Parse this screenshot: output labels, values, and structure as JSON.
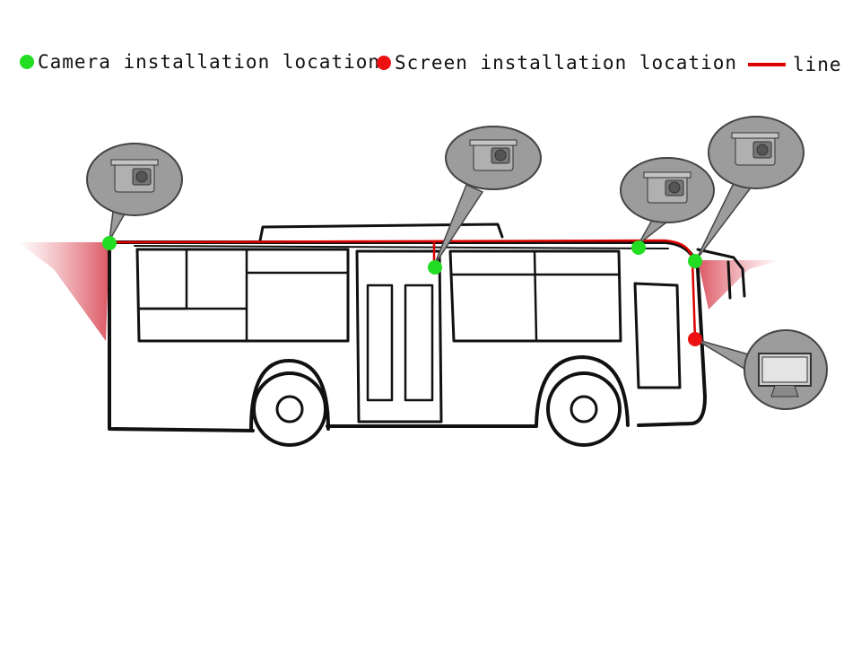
{
  "legend": {
    "camera": {
      "label": "Camera installation location",
      "color": "#22dd22"
    },
    "screen": {
      "label": "Screen installation location",
      "color": "#ee1111"
    },
    "line": {
      "label": "line",
      "color": "#dd0000"
    }
  },
  "markers": {
    "cameras": [
      "rear-roof-camera",
      "middle-door-camera",
      "front-roof-camera",
      "front-bumper-camera"
    ],
    "screens": [
      "dashboard-screen"
    ]
  }
}
